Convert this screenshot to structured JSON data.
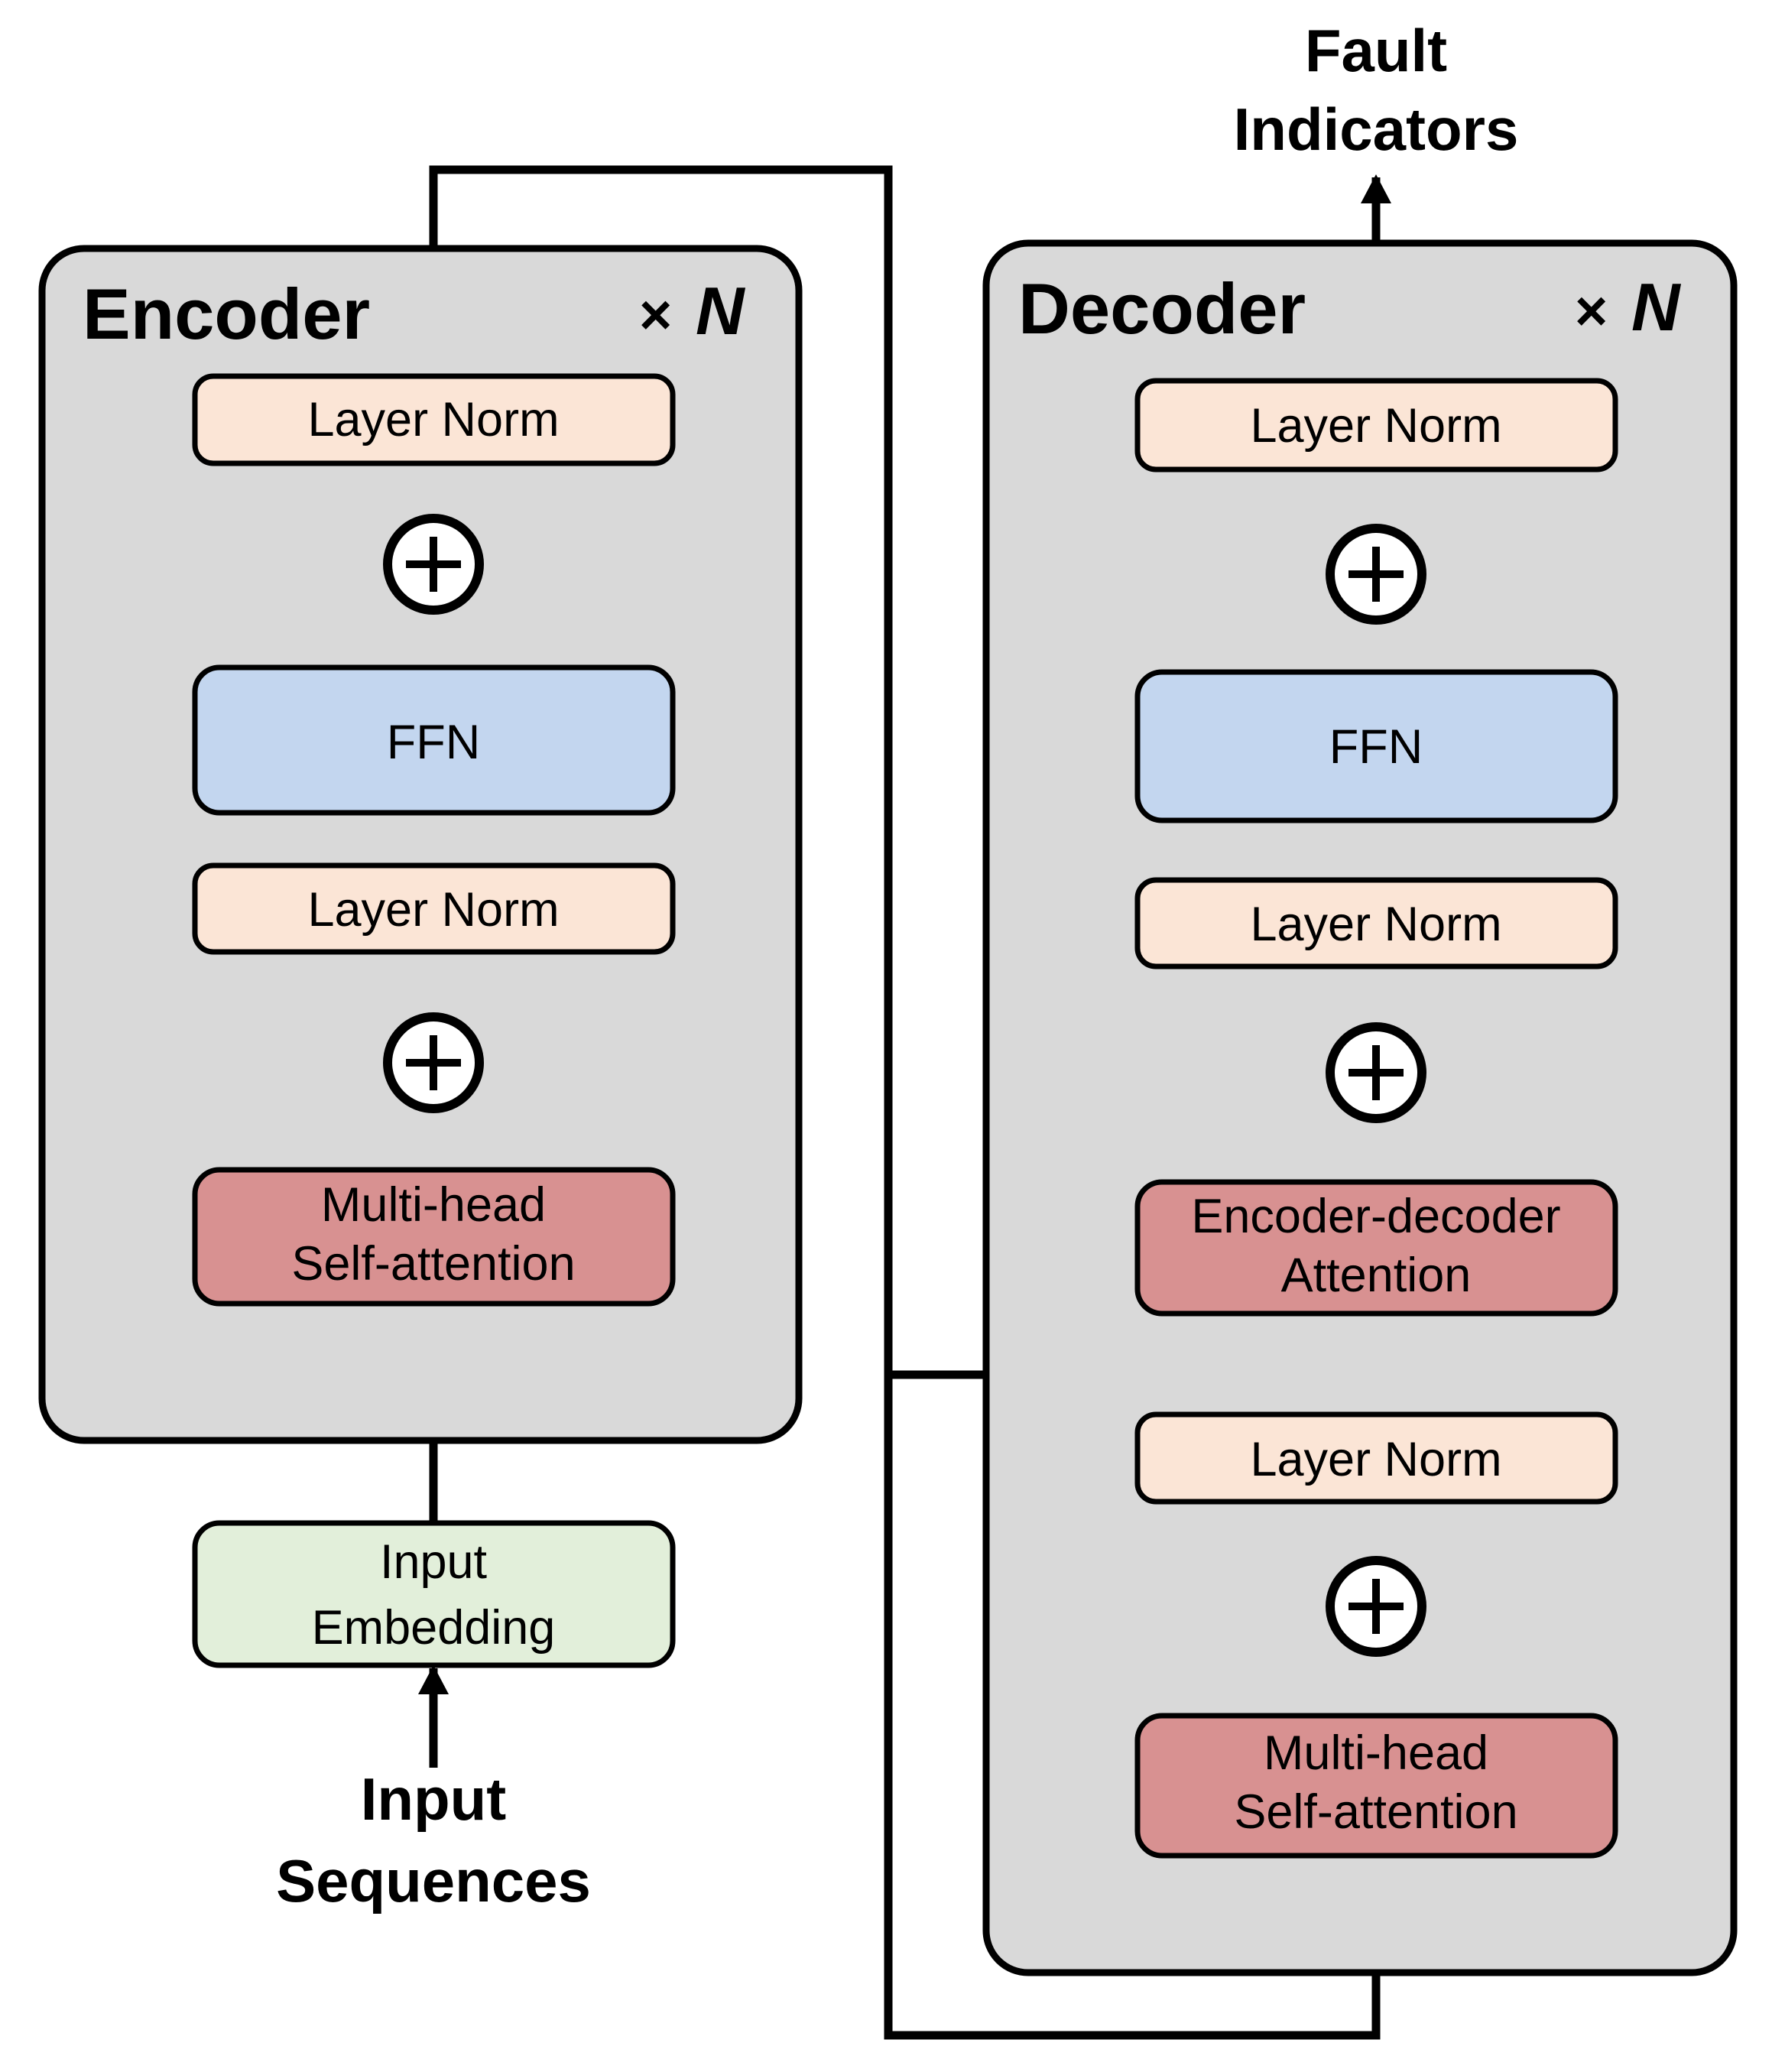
{
  "encoder": {
    "title": "Encoder",
    "repeat_times_symbol": "×",
    "repeat_count_label": "N",
    "layer_norm_top_label": "Layer Norm",
    "ffn_label": "FFN",
    "layer_norm_mid_label": "Layer Norm",
    "self_attention_label_line1": "Multi-head",
    "self_attention_label_line2": "Self-attention"
  },
  "decoder": {
    "title": "Decoder",
    "repeat_times_symbol": "×",
    "repeat_count_label": "N",
    "layer_norm_top_label": "Layer Norm",
    "ffn_label": "FFN",
    "layer_norm_mid_label": "Layer Norm",
    "encoder_decoder_attention_label_line1": "Encoder-decoder",
    "encoder_decoder_attention_label_line2": "Attention",
    "layer_norm_bottom_label": "Layer Norm",
    "self_attention_label_line1": "Multi-head",
    "self_attention_label_line2": "Self-attention"
  },
  "io": {
    "input_embedding_label_line1": "Input",
    "input_embedding_label_line2": "Embedding",
    "input_label_line1": "Input",
    "input_label_line2": "Sequences",
    "output_label_line1": "Fault",
    "output_label_line2": "Indicators"
  },
  "colors": {
    "background": "#ffffff",
    "panel_fill": "#d9d9d9",
    "layer_norm_fill": "#fbe5d6",
    "ffn_fill": "#c3d6ef",
    "attention_fill": "#d89191",
    "embedding_fill": "#e2efda",
    "add_node_fill": "#ffffff",
    "line_color": "#000000"
  }
}
